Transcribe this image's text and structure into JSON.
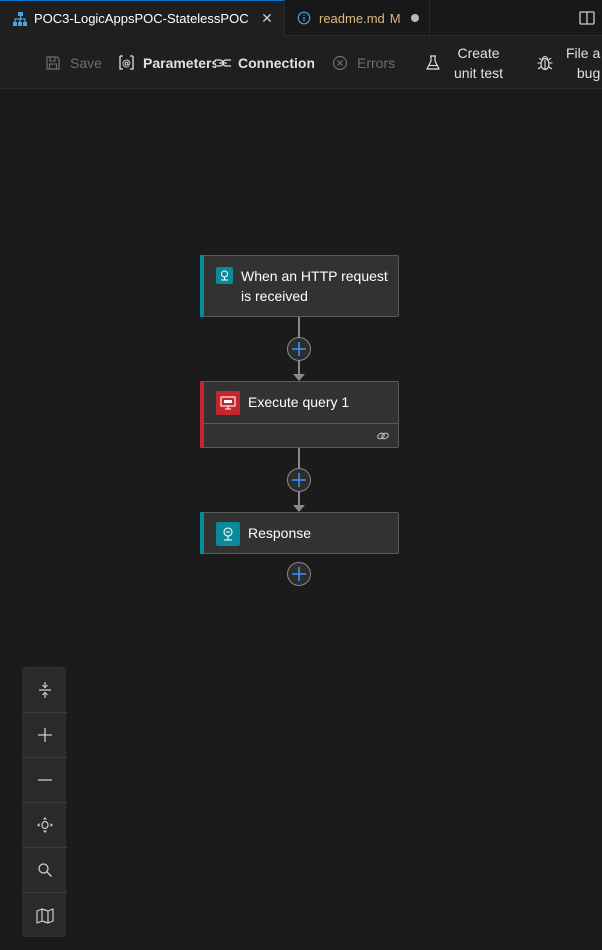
{
  "tabs": [
    {
      "label": "POC3-LogicAppsPOC-StatelessPOC",
      "icon": "workflow-icon",
      "active": true
    },
    {
      "label": "readme.md",
      "modified": "M",
      "icon": "info-icon",
      "active": false
    }
  ],
  "toolbar": {
    "save": "Save",
    "parameters": "Parameters",
    "connections": "Connections",
    "errors": "Errors",
    "create_unit_test": {
      "line1": "Create",
      "line2": "unit test"
    },
    "file_bug": {
      "line1": "File a",
      "line2": "bug"
    }
  },
  "workflow": {
    "trigger": {
      "line1": "When an HTTP request",
      "line2": "is received",
      "color": "#0b8a99"
    },
    "action": {
      "title": "Execute query 1",
      "color": "#c4262e"
    },
    "response": {
      "title": "Response",
      "color": "#0b8a99"
    }
  },
  "colors": {
    "accent": "#0078d4",
    "plus": "#3794ff",
    "modified": "#d7ba7d"
  }
}
